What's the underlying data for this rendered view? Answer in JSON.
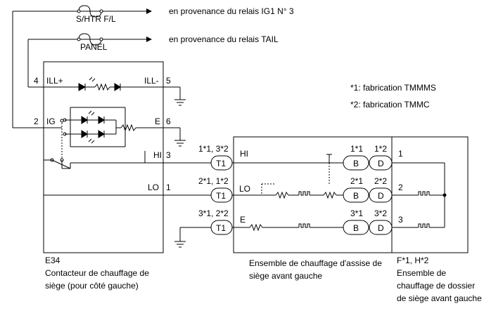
{
  "fuses": {
    "shtr": "S/HTR F/L",
    "panel": "PANEL"
  },
  "sources": {
    "ig1": "en provenance du relais IG1 N° 3",
    "tail": "en provenance du relais TAIL"
  },
  "notes": {
    "n1": "*1: fabrication TMMMS",
    "n2": "*2: fabrication TMMC"
  },
  "switch_pins": {
    "p4": "4",
    "ill_plus": "ILL+",
    "ill_minus": "ILL-",
    "p5": "5",
    "p2": "2",
    "ig": "IG",
    "e": "E",
    "p6": "6",
    "hi": "HI",
    "p3": "3",
    "lo": "LO",
    "p1": "1"
  },
  "connectors": {
    "t1_top_label": "1*1, 3*2",
    "t1_mid_label": "2*1, 1*2",
    "t1_bot_label": "3*1, 2*2",
    "t1": "T1",
    "b": "B",
    "d": "D",
    "b1": "1*1",
    "d1": "1*2",
    "b2": "2*1",
    "d2": "2*2",
    "b3": "3*1",
    "d3": "3*2"
  },
  "heater_labels": {
    "hi": "HI",
    "lo": "LO",
    "e": "E"
  },
  "back_pins": {
    "p1": "1",
    "p2": "2",
    "p3": "3"
  },
  "captions": {
    "switch_code": "E34",
    "switch_name": "Contacteur de chauffage de siège (pour côté gauche)",
    "cushion": "Ensemble de chauffage d'assise de siège avant gauche",
    "back_code": "F*1, H*2",
    "back_name": "Ensemble de chauffage de dossier de siège avant gauche"
  },
  "colors": {
    "line": "#000000",
    "background": "#ffffff"
  }
}
